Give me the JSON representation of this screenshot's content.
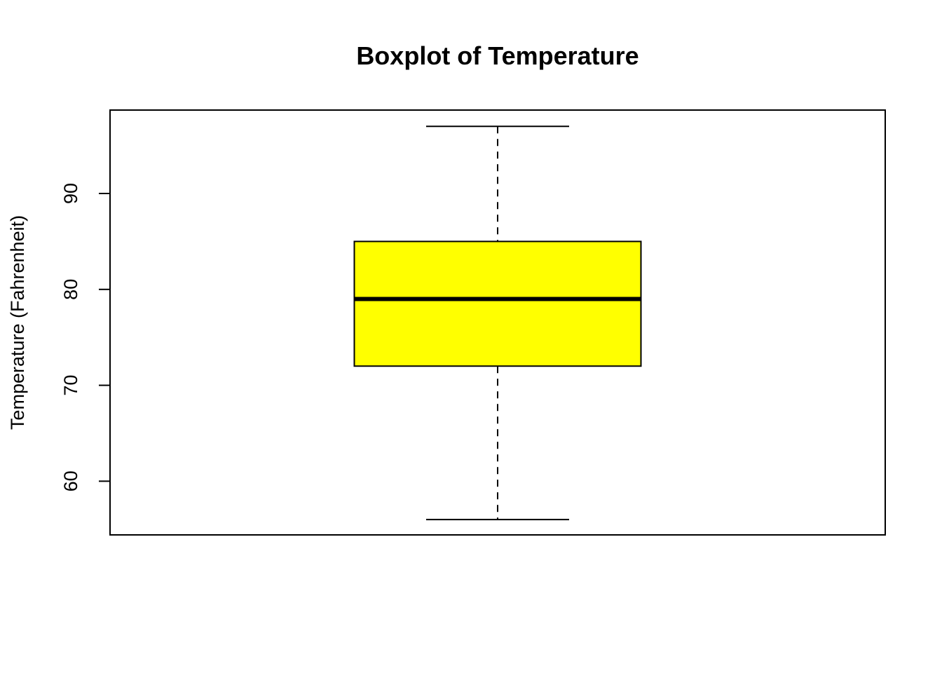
{
  "chart_data": {
    "type": "boxplot",
    "title": "Boxplot of Temperature",
    "xlabel": "",
    "ylabel": "Temperature (Fahrenheit)",
    "ylim": [
      54.4,
      98.7
    ],
    "yticks": [
      60,
      70,
      80,
      90
    ],
    "box": {
      "min": 56,
      "q1": 72,
      "median": 79,
      "q3": 85,
      "max": 97
    },
    "box_color": "#ffff00",
    "grid": false
  }
}
